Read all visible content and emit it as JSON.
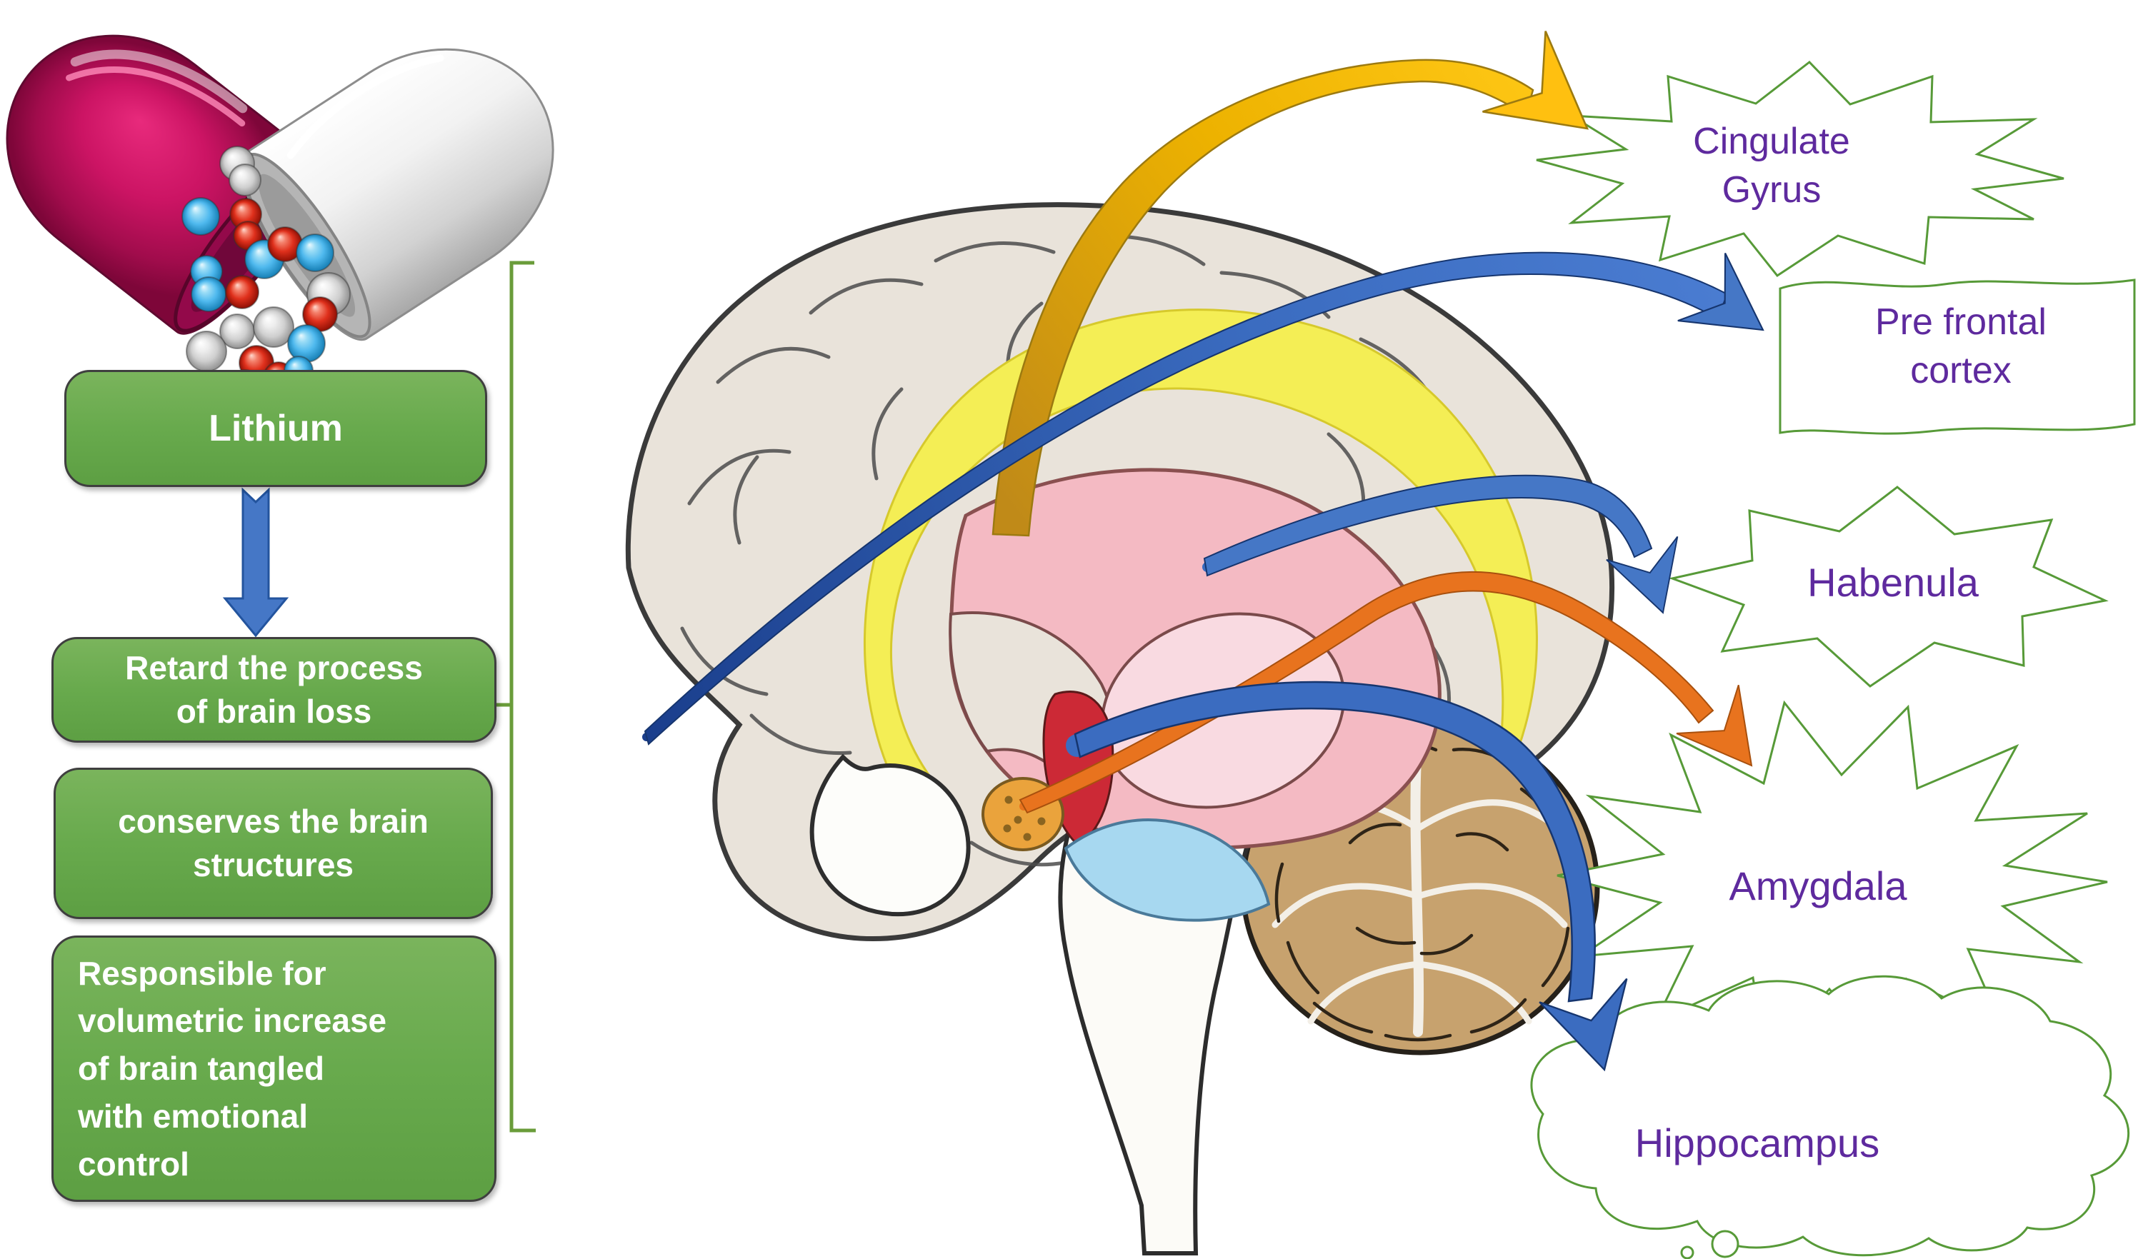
{
  "diagram": {
    "drug": {
      "name_label": "Lithium",
      "effects": [
        "Retard the process\nof brain loss",
        "conserves the brain\nstructures",
        "Responsible for\nvolumetric increase\nof brain tangled\nwith emotional\ncontrol"
      ]
    },
    "brain_regions": [
      {
        "label": "Cingulate\nGyrus",
        "shape": "starburst",
        "arrow_color": "#f0ad0a"
      },
      {
        "label": "Pre frontal\ncortex",
        "shape": "wavy-banner",
        "arrow_color": "#4472c4"
      },
      {
        "label": "Habenula",
        "shape": "starburst",
        "arrow_color": "#4472c4"
      },
      {
        "label": "Amygdala",
        "shape": "starburst",
        "arrow_color": "#e8731e"
      },
      {
        "label": "Hippocampus",
        "shape": "cloud",
        "arrow_color": "#4472c4"
      }
    ],
    "colors": {
      "effect_box_fill": "#6aa84f",
      "effect_box_text": "#ffffff",
      "region_label_text": "#5e2a9e",
      "callout_outline": "#579a38",
      "bracket": "#6a9c3a",
      "flow_arrow": "#4472c4",
      "capsule_left": "#c8115f",
      "capsule_right": "#d9d9d9",
      "bead_red": "#dd2b1c",
      "bead_blue": "#5bc0f0",
      "bead_silver": "#d9d9d9",
      "brain_band_yellow": "#f4ee55",
      "brain_limbic_pink": "#f4bac3",
      "cerebellum_brown": "#c7a26e"
    }
  }
}
